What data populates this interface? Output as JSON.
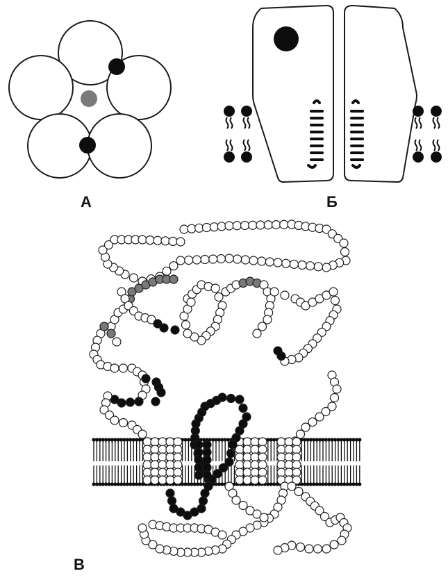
{
  "figure": {
    "panels": [
      {
        "id": "A",
        "label": "А"
      },
      {
        "id": "B",
        "label": "Б"
      },
      {
        "id": "V",
        "label": "В"
      }
    ],
    "colors": {
      "stroke": "#1a1a1a",
      "dark_residue": "#0d0d0d",
      "gray_residue": "#7a7a7a",
      "light_residue": "#ffffff",
      "background": "#ffffff"
    }
  }
}
